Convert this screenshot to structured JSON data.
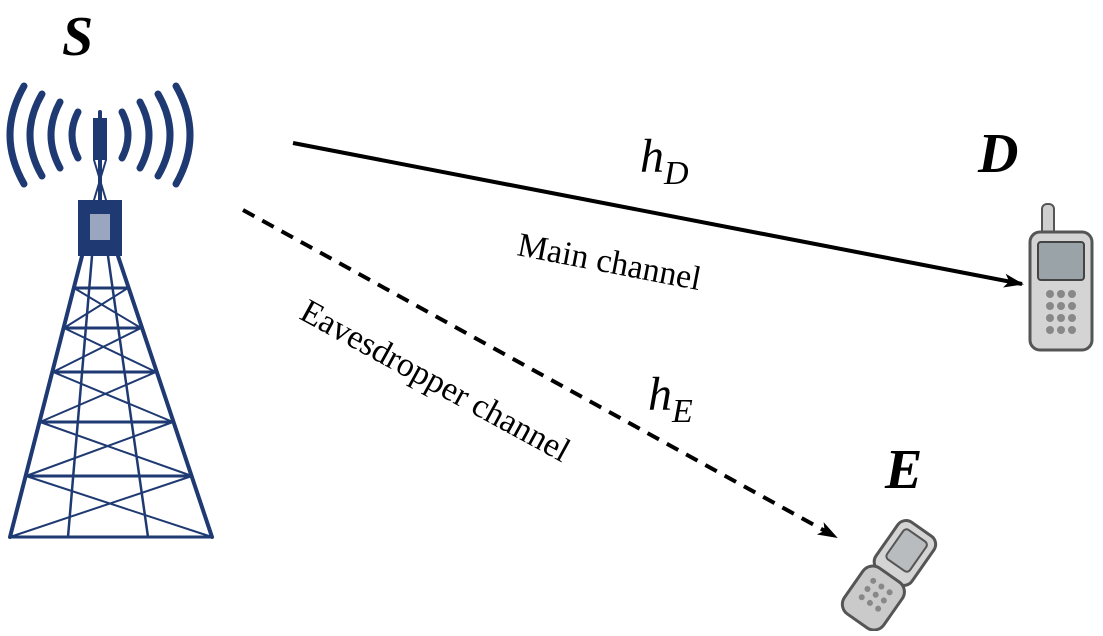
{
  "nodes": {
    "source": {
      "label": "S"
    },
    "destination": {
      "label": "D"
    },
    "eavesdropper": {
      "label": "E"
    }
  },
  "links": {
    "main": {
      "gain_symbol": "h",
      "gain_subscript": "D",
      "label": "Main channel",
      "style": "solid"
    },
    "eavesdropper": {
      "gain_symbol": "h",
      "gain_subscript": "E",
      "label": "Eavesdropper channel",
      "style": "dashed"
    }
  },
  "icons": {
    "source": "radio-tower-icon",
    "destination": "mobile-phone-icon",
    "eavesdropper": "flip-phone-icon"
  },
  "colors": {
    "tower": "#1f3a73",
    "phone_body": "#d4d4d4",
    "phone_outline": "#555555",
    "line": "#000000"
  }
}
